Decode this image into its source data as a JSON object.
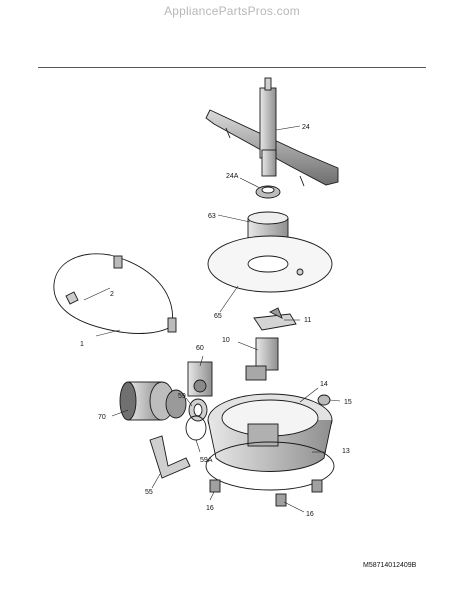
{
  "watermark": "AppliancePartsPros.com",
  "diagram_code": "M58714012409B",
  "callouts": {
    "c24": "24",
    "c24a": "24A",
    "c63": "63",
    "c65": "65",
    "c2": "2",
    "c1": "1",
    "c11": "11",
    "c10": "10",
    "c60": "60",
    "c59": "59",
    "c59a": "59A",
    "c70": "70",
    "c55": "55",
    "c14": "14",
    "c15": "15",
    "c13": "13",
    "c16a": "16",
    "c16b": "16"
  },
  "colors": {
    "line": "#1a1a1a",
    "shade": "#9a9a9a",
    "light": "#e6e6e6"
  }
}
